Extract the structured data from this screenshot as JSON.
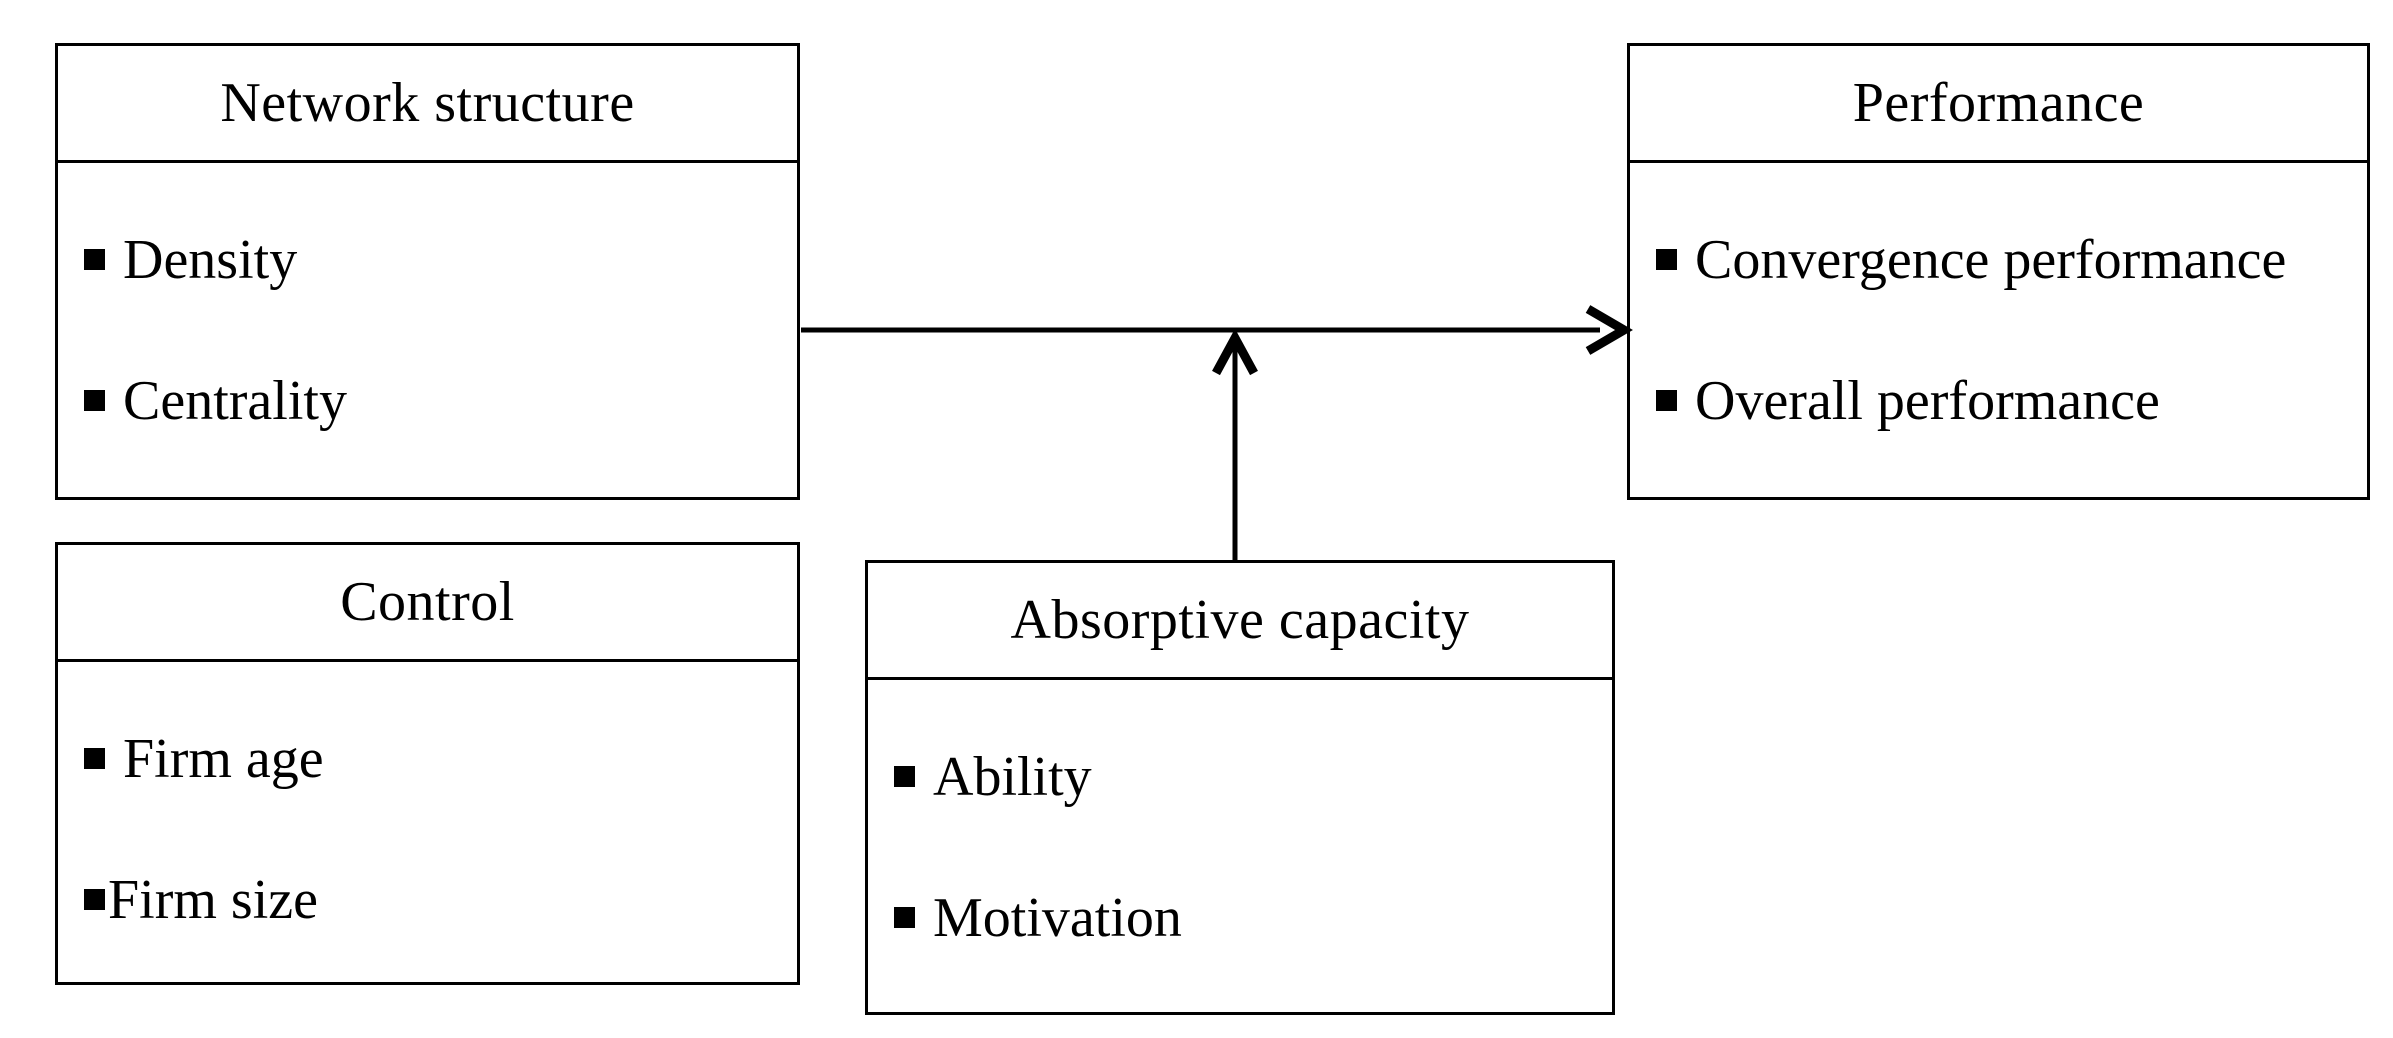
{
  "diagram": {
    "background_color": "#ffffff",
    "line_color": "#000000",
    "text_color": "#000000",
    "bullet_icon": "▪",
    "boxes": {
      "network_structure": {
        "title": "Network structure",
        "items": [
          {
            "bullet": "▪",
            "label": "Density"
          },
          {
            "bullet": "▪",
            "label": "Centrality"
          }
        ]
      },
      "performance": {
        "title": "Performance",
        "items": [
          {
            "bullet": "▪",
            "label": "Convergence performance"
          },
          {
            "bullet": "▪",
            "label": "Overall performance"
          }
        ]
      },
      "control": {
        "title": "Control",
        "items": [
          {
            "bullet": "▪",
            "label": "Firm age"
          },
          {
            "bullet": "▪",
            "label": "Firm size"
          }
        ]
      },
      "absorptive_capacity": {
        "title": "Absorptive capacity",
        "items": [
          {
            "bullet": "▪",
            "label": "Ability"
          },
          {
            "bullet": "▪",
            "label": "Motivation"
          }
        ]
      }
    },
    "arrows": [
      {
        "name": "main-effect-arrow",
        "from": "Network structure",
        "to": "Performance",
        "direction": "right"
      },
      {
        "name": "moderation-arrow",
        "from": "Absorptive capacity",
        "to": "main-effect-arrow",
        "direction": "up"
      }
    ]
  }
}
